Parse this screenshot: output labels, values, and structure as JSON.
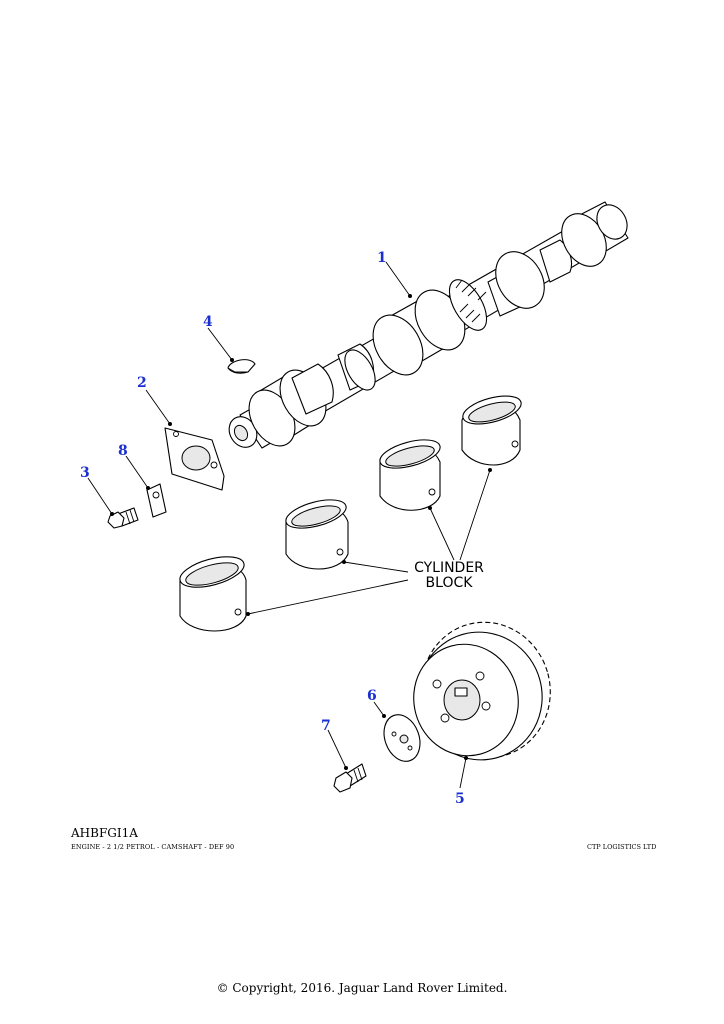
{
  "callouts": [
    "1",
    "2",
    "3",
    "4",
    "5",
    "6",
    "7",
    "8"
  ],
  "annotation": {
    "line1": "CYLINDER",
    "line2": "BLOCK"
  },
  "footer": {
    "code": "AHBFGI1A",
    "description": "ENGINE - 2 1/2 PETROL - CAMSHAFT - DEF 90",
    "company": "CTP LOGISTICS LTD"
  },
  "copyright": "© Copyright, 2016. Jaguar Land Rover Limited.",
  "colors": {
    "callout": "#1a2fd0",
    "line": "#000000",
    "background": "#ffffff"
  }
}
